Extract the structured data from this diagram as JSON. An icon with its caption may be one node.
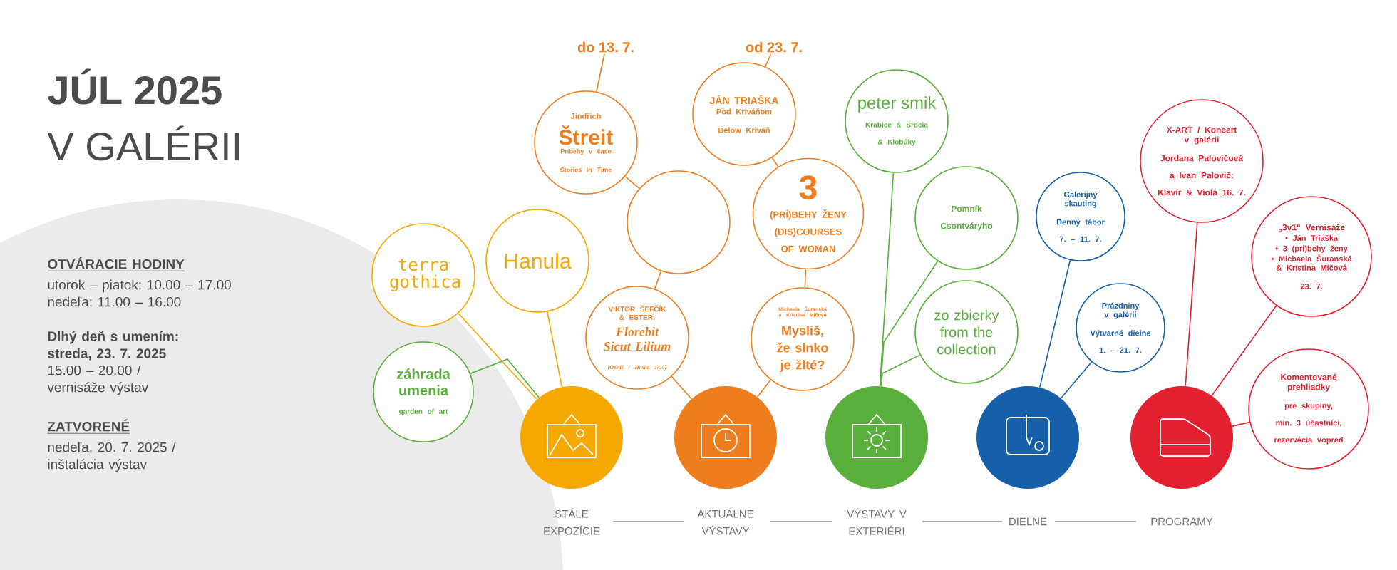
{
  "diagram": {
    "title": "JÚL 2025",
    "nodes": [
      {
        "text": [
          "do 13. 7."
        ]
      },
      {
        "text": [
          "Jindřich",
          "Štreit",
          "Príbehy v čase",
          "Stories in Time"
        ]
      },
      {
        "text": [],
        "shape": "circle"
      },
      {
        "text": [
          "VIKTOR ŠEFČÍK & ESTER:",
          "Florebit Sicut Lilium",
          "(Ozeáš / Hosea 14:5)"
        ]
      },
      {
        "text": [
          "od 23. 7."
        ]
      },
      {
        "text": [
          "JÁN TRIAŠKA",
          "Pod Kriváňom",
          "Below Kriváň"
        ]
      },
      {
        "text": [
          "3",
          "(PRÍ)BEHY ŽENY (DIS)COURSES OF WOMAN"
        ]
      },
      {
        "text": [
          "Michaela Šuranská a Kristína Mičová",
          "Mysliš, že slnko je žlté?"
        ]
      },
      {
        "text": [
          "terra gothica"
        ]
      },
      {
        "text": [
          "Hanula"
        ]
      },
      {
        "text": [
          "záhrada umenia",
          "garden of art"
        ]
      },
      {
        "text": [],
        "shape": "circle",
        "beside": [
          "STÁLE EXPOZÍCIE"
        ]
      },
      {
        "text": [],
        "shape": "circle",
        "beside": [
          "AKTUÁLNE VÝSTAVY"
        ]
      },
      {
        "text": [
          "peter smik",
          "Krabice & Srdcia & Klobúky"
        ]
      },
      {
        "text": [
          "Pomník Csontváryho"
        ]
      },
      {
        "text": [
          "zo zbierky from the collection"
        ]
      },
      {
        "text": [],
        "shape": "circle",
        "beside": [
          "VÝSTAVY V EXTERIÉRI"
        ]
      },
      {
        "text": [
          "Galerijný skauting",
          "Denný tábor 7. – 11. 7."
        ]
      },
      {
        "text": [
          "Prázdniny v galérii",
          "Výtvarné dielne 1. – 31. 7."
        ]
      },
      {
        "text": [],
        "shape": "circle",
        "beside": [
          "DIELNE"
        ]
      },
      {
        "text": [
          "X-ART / Koncert v galérii",
          "Jordana Palovičová a Ivan Palovič: Klavír & Viola 16. 7."
        ]
      },
      {
        "text": [
          "„3v1“ Vernisáže",
          "• Ján Triaška",
          "• 3 (pri)behy ženy",
          "• Michaela Šuranská & Kristina Mičová",
          "23. 7."
        ]
      },
      {
        "text": [
          "Komentované prehliadky",
          "pre skupiny, min. 3 účastníci, rezervácia vopred"
        ]
      },
      {
        "text": [],
        "shape": "circle",
        "beside": [
          "PROGRAMY"
        ]
      }
    ],
    "edges": [
      {
        "from": 0,
        "to": 1,
        "arrow": "none"
      },
      {
        "from": 1,
        "to": 2,
        "arrow": "none"
      },
      {
        "from": 2,
        "to": 3,
        "arrow": "none"
      },
      {
        "from": 3,
        "to": 12,
        "arrow": "none"
      },
      {
        "from": 4,
        "to": 5,
        "arrow": "none"
      },
      {
        "from": 5,
        "to": 6,
        "arrow": "none"
      },
      {
        "from": 6,
        "to": 7,
        "arrow": "none"
      },
      {
        "from": 7,
        "to": 12,
        "arrow": "none"
      },
      {
        "from": 8,
        "to": 11,
        "arrow": "none",
        "color": "#f5a800"
      },
      {
        "from": 9,
        "to": 11,
        "arrow": "none",
        "color": "#f5a800"
      },
      {
        "from": 10,
        "to": 11,
        "arrow": "none",
        "color": "#5aae3c"
      },
      {
        "from": 13,
        "to": 16,
        "arrow": "none",
        "color": "#5aae3c"
      },
      {
        "from": 14,
        "to": 16,
        "arrow": "none",
        "color": "#5aae3c"
      },
      {
        "from": 15,
        "to": 16,
        "arrow": "none",
        "color": "#5aae3c"
      },
      {
        "from": 17,
        "to": 19,
        "arrow": "none",
        "color": "#1560a8"
      },
      {
        "from": 18,
        "to": 19,
        "arrow": "none",
        "color": "#1560a8"
      },
      {
        "from": 20,
        "to": 23,
        "arrow": "none",
        "color": "#e3202f"
      },
      {
        "from": 21,
        "to": 23,
        "arrow": "none",
        "color": "#e3202f"
      },
      {
        "from": 22,
        "to": 23,
        "arrow": "none",
        "color": "#e3202f"
      }
    ],
    "labels": [
      "V GALÉRII",
      "OTVÁRACIE HODINY",
      "utorok – piatok: 10.00 – 17.00 nedeľa: 11.00 – 16.00",
      "Dlhý deň s umením: streda, 23. 7. 2025",
      "15.00 – 20.00 / vernisáže výstav",
      "ZATVORENÉ",
      "nedeľa, 20. 7. 2025 / inštalácia výstav"
    ]
  }
}
